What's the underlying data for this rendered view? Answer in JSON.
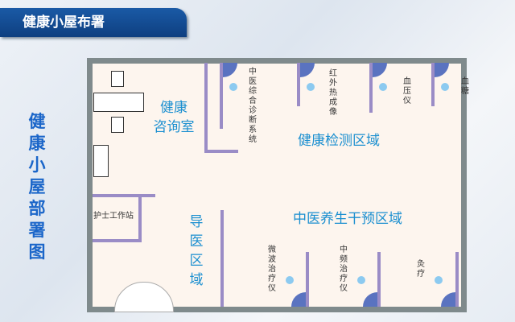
{
  "header": {
    "title": "健康小屋布署"
  },
  "side_title": "健康小屋部署图",
  "zones": {
    "consult": [
      "健康",
      "咨询室"
    ],
    "detect": "健康检测区域",
    "tcm": "中医养生干预区域",
    "guide": "导医区域",
    "nurse": "护士工作站"
  },
  "devices": {
    "tcm_diag": "中医综合诊断系统",
    "infrared": "红外热成像",
    "bp": "血压仪",
    "glucose": "血糖",
    "microwave": "微波治疗仪",
    "midfreq": "中频治疗仪",
    "moxa": "灸疗"
  },
  "colors": {
    "wall": "#9a8cc6",
    "zone_text": "#1b8fd0",
    "header": "#1a5aa6"
  }
}
